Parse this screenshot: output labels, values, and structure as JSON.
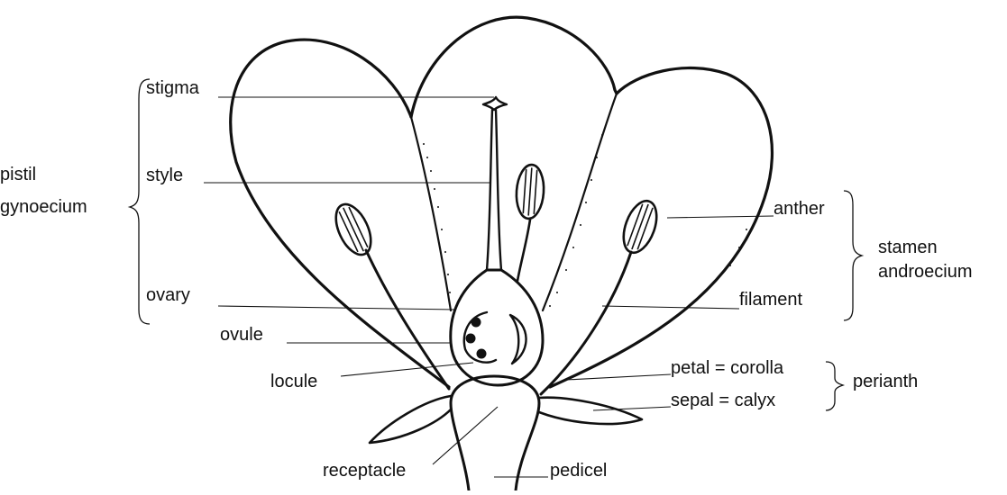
{
  "labels": {
    "stigma": "stigma",
    "style": "style",
    "ovary": "ovary",
    "ovule": "ovule",
    "locule": "locule",
    "receptacle": "receptacle",
    "pedicel": "pedicel",
    "anther": "anther",
    "filament": "filament",
    "petal": "petal = corolla",
    "sepal": "sepal = calyx"
  },
  "groups": {
    "pistil_line1": "pistil",
    "pistil_line2": "gynoecium",
    "stamen_line1": "stamen",
    "stamen_line2": "androecium",
    "perianth": "perianth"
  }
}
